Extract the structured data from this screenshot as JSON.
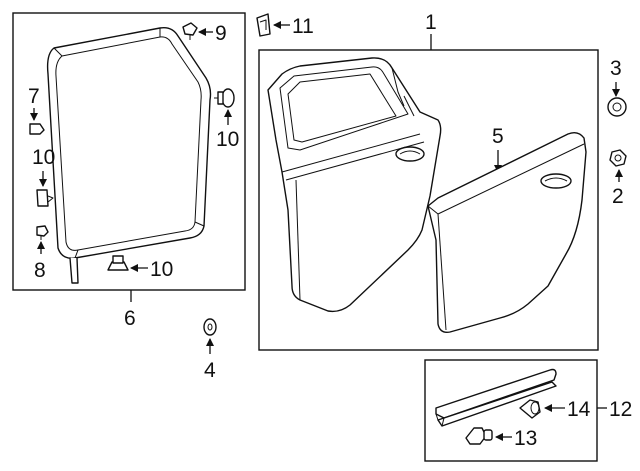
{
  "diagram": {
    "callouts": {
      "c1": "1",
      "c2": "2",
      "c3": "3",
      "c4": "4",
      "c5": "5",
      "c6": "6",
      "c7": "7",
      "c8": "8",
      "c9": "9",
      "c10a": "10",
      "c10b": "10",
      "c10c": "10",
      "c11": "11",
      "c12": "12",
      "c13": "13",
      "c14": "14"
    }
  }
}
